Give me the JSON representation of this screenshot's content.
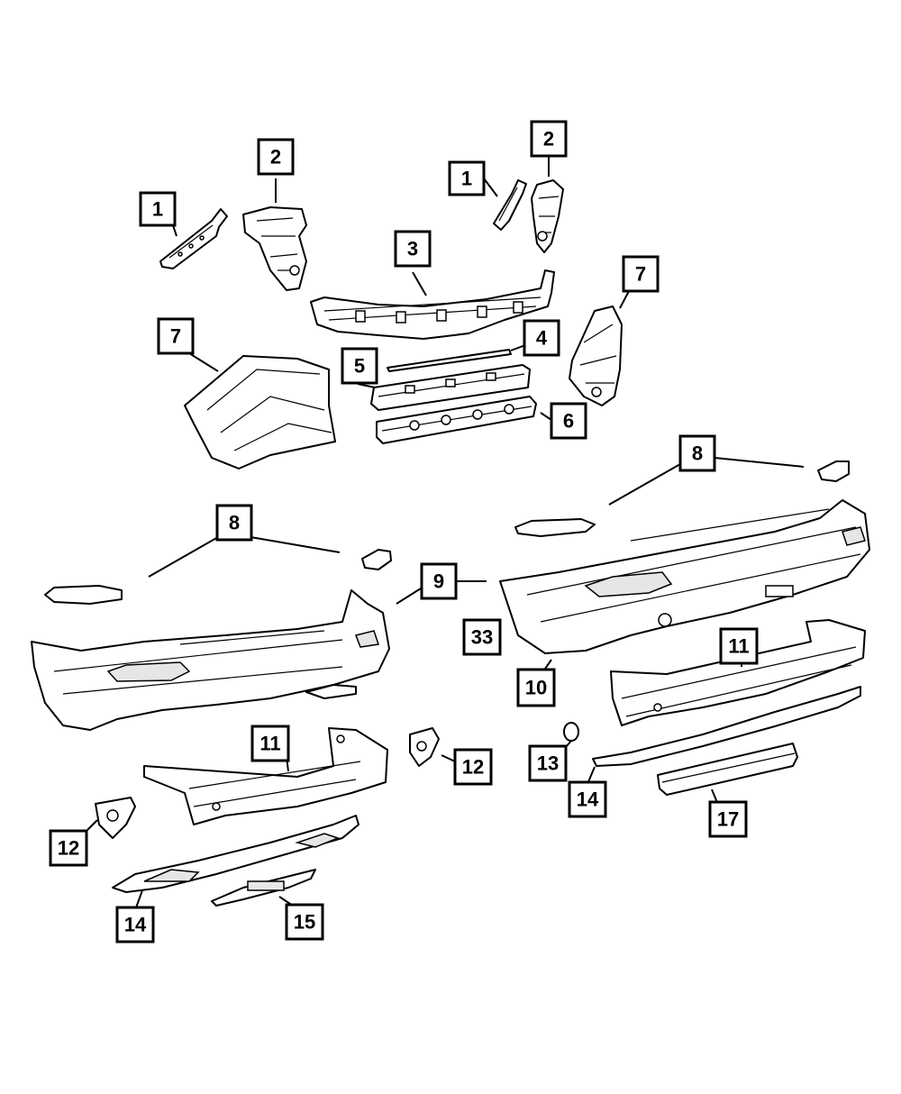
{
  "diagram": {
    "callouts": [
      {
        "label": "1"
      },
      {
        "label": "2"
      },
      {
        "label": "1"
      },
      {
        "label": "2"
      },
      {
        "label": "3"
      },
      {
        "label": "7"
      },
      {
        "label": "7"
      },
      {
        "label": "4"
      },
      {
        "label": "5"
      },
      {
        "label": "6"
      },
      {
        "label": "8"
      },
      {
        "label": "8"
      },
      {
        "label": "9"
      },
      {
        "label": "33"
      },
      {
        "label": "10"
      },
      {
        "label": "11"
      },
      {
        "label": "11"
      },
      {
        "label": "12"
      },
      {
        "label": "12"
      },
      {
        "label": "13"
      },
      {
        "label": "14"
      },
      {
        "label": "14"
      },
      {
        "label": "15"
      },
      {
        "label": "17"
      }
    ]
  }
}
